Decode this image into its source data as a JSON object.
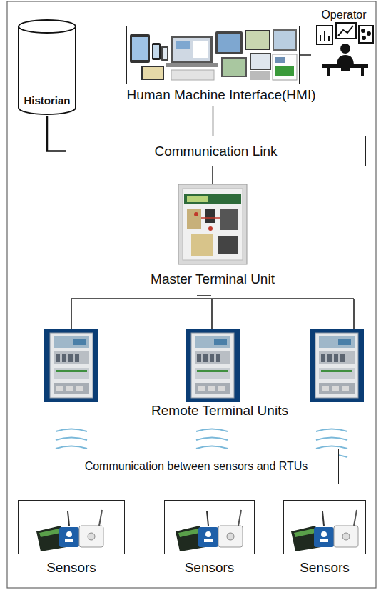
{
  "diagram": {
    "nodes": [
      {
        "text": [
          "Historian"
        ]
      },
      {
        "text": [
          "Human Machine Interface(HMI)"
        ]
      },
      {
        "text": [
          "Operator"
        ]
      },
      {
        "text": [
          "Communication Link"
        ]
      },
      {
        "text": [
          "Master Terminal Unit"
        ]
      },
      {
        "text": [
          "Communication between sensors and RTUs"
        ]
      },
      {
        "text": [
          "Sensors"
        ]
      },
      {
        "text": [
          "Sensors"
        ]
      },
      {
        "text": [
          "Sensors"
        ]
      }
    ],
    "edges": [
      {
        "from": 1,
        "to": 2,
        "arrow": "none"
      },
      {
        "from": 0,
        "to": 3,
        "arrow": "none"
      },
      {
        "from": 1,
        "to": 3,
        "arrow": "none"
      },
      {
        "from": 3,
        "to": 4,
        "arrow": "none"
      }
    ],
    "labels": [
      "Remote Terminal Units"
    ]
  }
}
